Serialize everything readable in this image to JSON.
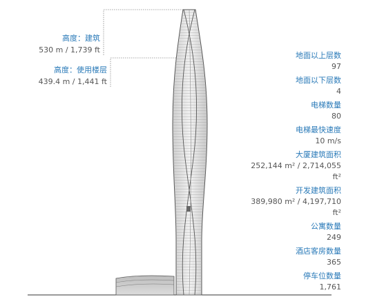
{
  "height_labels": {
    "architectural": {
      "key": "高度：建筑",
      "value": "530 m / 1,739 ft"
    },
    "occupied": {
      "key": "高度：使用楼层",
      "value": "439.4 m / 1,441 ft"
    }
  },
  "stats": [
    {
      "key": "地面以上层数",
      "value": "97"
    },
    {
      "key": "地面以下层数",
      "value": "4"
    },
    {
      "key": "电梯数量",
      "value": "80"
    },
    {
      "key": "电梯最快速度",
      "value": "10 m/s"
    },
    {
      "key": "大厦建筑面积",
      "value": "252,144 m² / 2,714,055",
      "value2": "ft²"
    },
    {
      "key": "开发建筑面积",
      "value": "389,980 m² / 4,197,710",
      "value2": "ft²"
    },
    {
      "key": "公寓数量",
      "value": "249"
    },
    {
      "key": "酒店客房数量",
      "value": "365"
    },
    {
      "key": "停车位数量",
      "value": "1,761"
    }
  ],
  "colors": {
    "label_key": "#2a7ab8",
    "label_value": "#555555",
    "tower_fill": "#e6e6e6",
    "tower_stroke": "#666666",
    "guide": "#888888"
  }
}
